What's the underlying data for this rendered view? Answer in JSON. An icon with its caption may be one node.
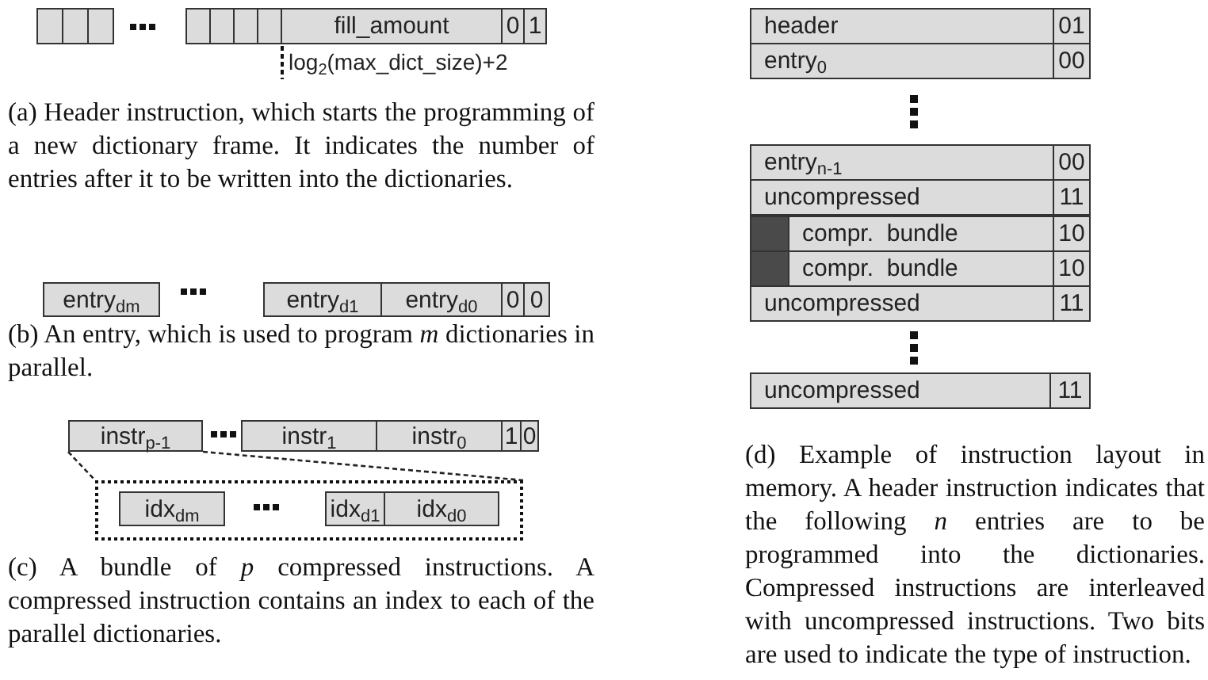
{
  "diagram": {
    "nodes": [
      {
        "text": [],
        "shape": "box"
      },
      {
        "text": [],
        "shape": "box"
      },
      {
        "text": [],
        "shape": "box"
      },
      {
        "text": [],
        "shape": "box"
      },
      {
        "text": [],
        "shape": "box"
      },
      {
        "text": [],
        "shape": "box"
      },
      {
        "text": [],
        "shape": "box"
      },
      {
        "text": [
          "fill_amount"
        ]
      },
      {
        "text": [
          "0"
        ]
      },
      {
        "text": [
          "1"
        ]
      },
      {
        "text": [
          "entry$_{dm}$"
        ]
      },
      {
        "text": [
          "entry$_{d1}$"
        ]
      },
      {
        "text": [
          "entry$_{d0}$"
        ]
      },
      {
        "text": [
          "0"
        ]
      },
      {
        "text": [
          "0"
        ]
      },
      {
        "text": [
          "instr$_{p-1}$"
        ]
      },
      {
        "text": [
          "instr$_{1}$"
        ]
      },
      {
        "text": [
          "instr$_{0}$"
        ]
      },
      {
        "text": [
          "1"
        ]
      },
      {
        "text": [
          "0"
        ]
      },
      {
        "text": [],
        "shape": "box"
      },
      {
        "text": [
          "idx$_{dm}$"
        ],
        "in": 20
      },
      {
        "text": [
          "idx$_{d1}$"
        ],
        "in": 20
      },
      {
        "text": [
          "idx$_{d0}$"
        ],
        "in": 20
      },
      {
        "text": [
          "header"
        ]
      },
      {
        "text": [
          "01"
        ]
      },
      {
        "text": [
          "entry$_{0}$"
        ]
      },
      {
        "text": [
          "00"
        ]
      },
      {
        "text": [
          "entry$_{n-1}$"
        ]
      },
      {
        "text": [
          "00"
        ]
      },
      {
        "text": [
          "uncompressed"
        ]
      },
      {
        "text": [
          "11"
        ]
      },
      {
        "text": [],
        "shape": "box"
      },
      {
        "text": [
          "compr.  bundle"
        ]
      },
      {
        "text": [
          "10"
        ]
      },
      {
        "text": [],
        "shape": "box"
      },
      {
        "text": [
          "compr.  bundle"
        ]
      },
      {
        "text": [
          "10"
        ]
      },
      {
        "text": [
          "uncompressed"
        ]
      },
      {
        "text": [
          "11"
        ]
      },
      {
        "text": [
          "uncompressed"
        ]
      },
      {
        "text": [
          "11"
        ]
      }
    ],
    "edges": [
      {
        "from": 15,
        "to": 20,
        "arrow": "none",
        "style": "dashed"
      },
      {
        "from": 15,
        "to": 20,
        "arrow": "none",
        "style": "dashed"
      }
    ],
    "labels": [
      "log$_{2}$(max_dict_size)+2",
      "(a) Header instruction, which starts the programming of a new dictionary frame. It indicates the number of entries after it to be written into the dictionaries.",
      "(b) An entry, which is used to program *m* dictionaries in parallel.",
      "(c) A bundle of *p* compressed instructions. A compressed instruction contains an index to each of the parallel dictionaries.",
      "(d) Example of instruction layout in memory. A header instruction indicates that the following *n* entries are to be programmed into the dictionaries. Compressed instructions are interleaved with uncompressed instructions. Two bits are used to indicate the type of instruction."
    ]
  }
}
